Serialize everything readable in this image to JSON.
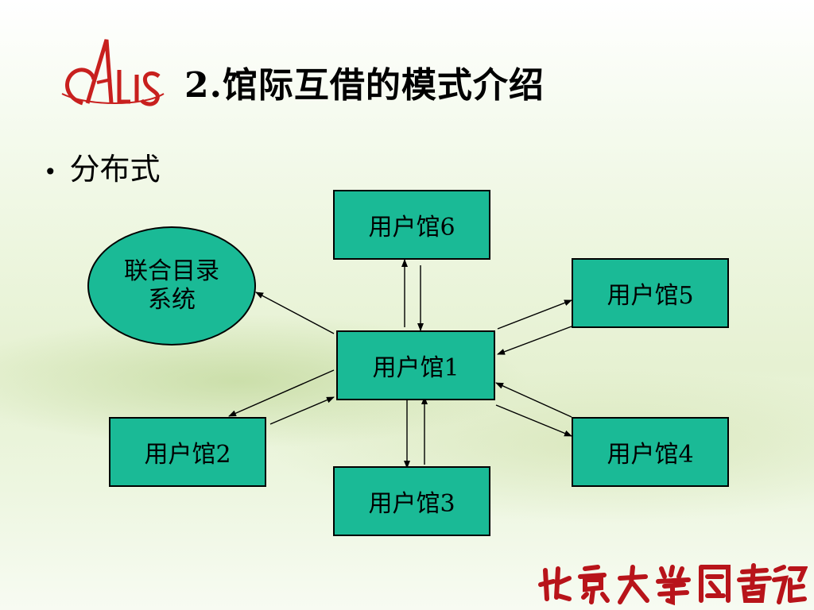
{
  "slide": {
    "title": "2.馆际互借的模式介绍",
    "bullet": "分布式"
  },
  "diagram": {
    "catalog": {
      "line1": "联合目录",
      "line2": "系统"
    },
    "nodes": {
      "lib1": "用户馆1",
      "lib2": "用户馆2",
      "lib3": "用户馆3",
      "lib4": "用户馆4",
      "lib5": "用户馆5",
      "lib6": "用户馆6"
    }
  },
  "branding": {
    "logo_text": "CALIS",
    "footer_calligraphy": "北京大學圖書館"
  },
  "colors": {
    "node_fill": "#1aba96",
    "logo_red": "#c8201e",
    "seal_red": "#b8141a"
  }
}
